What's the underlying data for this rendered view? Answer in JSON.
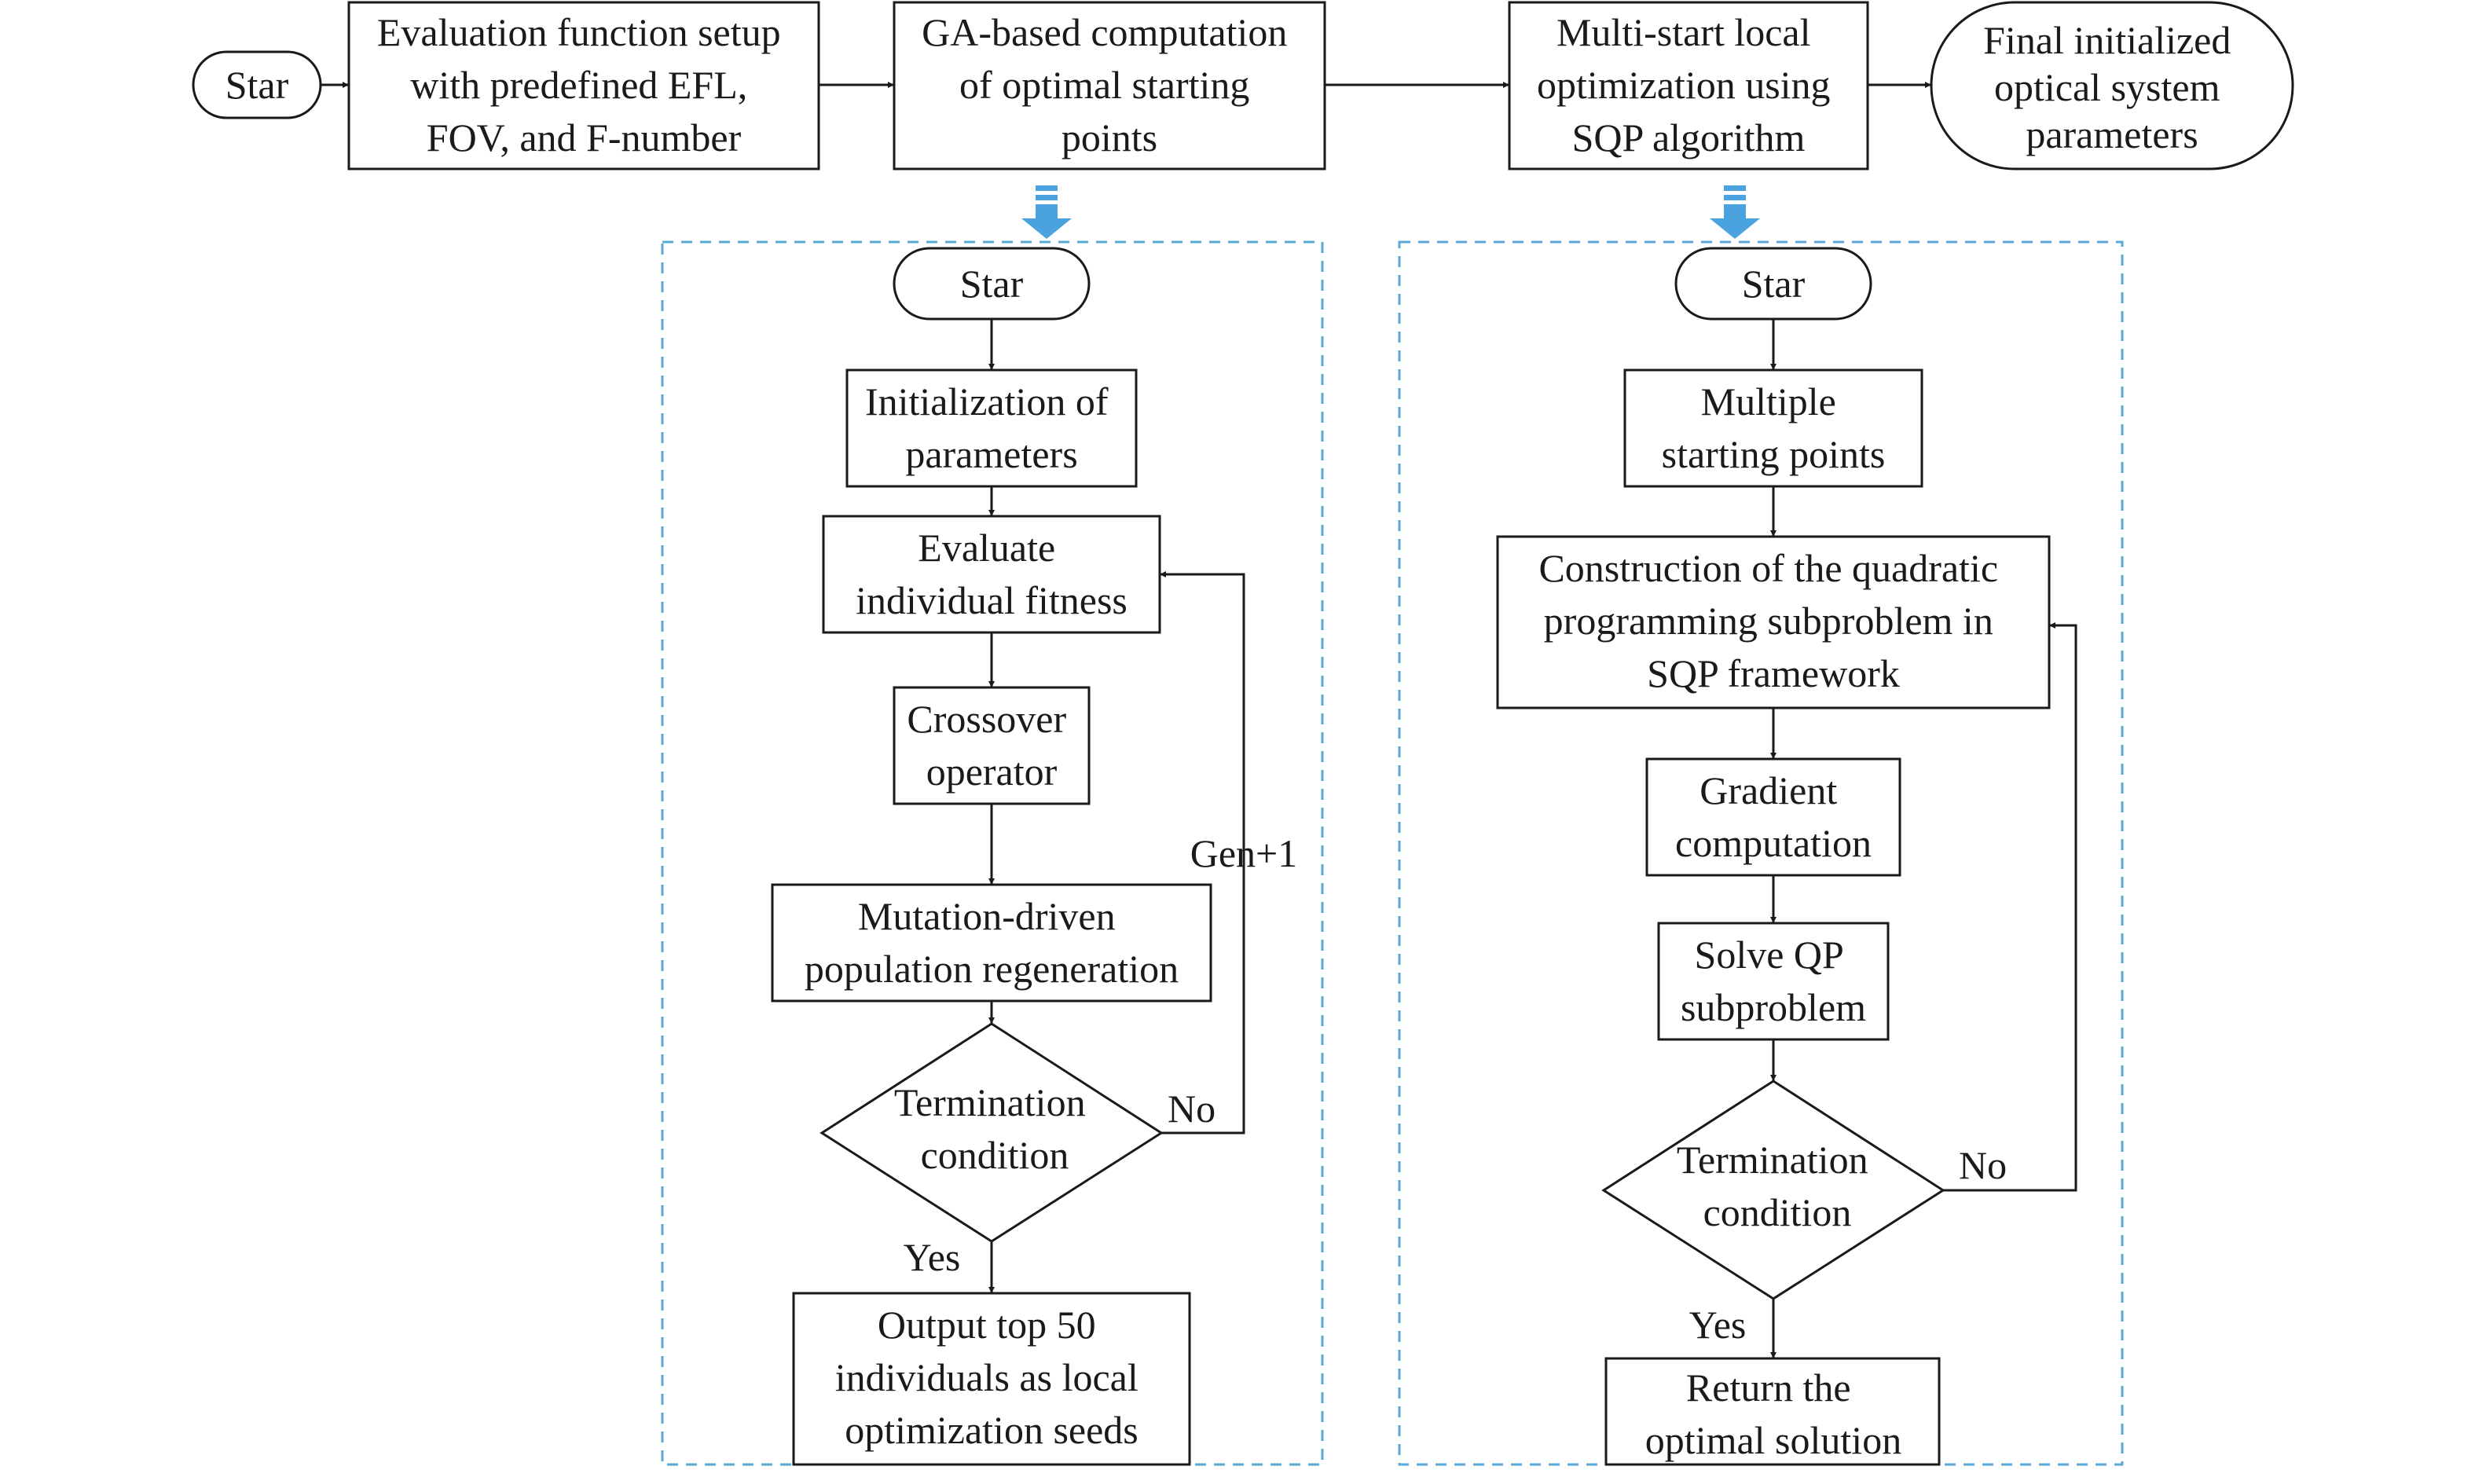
{
  "top": {
    "start": "Star",
    "step1": [
      "Evaluation function setup",
      "with predefined EFL,",
      "FOV, and F-number"
    ],
    "step2": [
      "GA-based computation",
      "of optimal starting",
      "points"
    ],
    "step3": [
      "Multi-start local",
      "optimization using",
      "SQP algorithm"
    ],
    "end": [
      "Final initialized",
      "optical system",
      "parameters"
    ]
  },
  "ga": {
    "start": "Star",
    "init": [
      "Initialization of",
      "parameters"
    ],
    "evaluate": [
      "Evaluate",
      "individual fitness"
    ],
    "crossover": [
      "Crossover",
      "operator"
    ],
    "mutation": [
      "Mutation-driven",
      "population regeneration"
    ],
    "decision": [
      "Termination",
      "condition"
    ],
    "loop_label": "Gen+1",
    "no": "No",
    "yes": "Yes",
    "output": [
      "Output top 50",
      "individuals as local",
      "optimization seeds"
    ]
  },
  "sqp": {
    "start": "Star",
    "multi": [
      "Multiple",
      "starting points"
    ],
    "construct": [
      "Construction of the quadratic",
      "programming subproblem in",
      "SQP framework"
    ],
    "gradient": [
      "Gradient",
      "computation"
    ],
    "solve": [
      "Solve QP",
      "subproblem"
    ],
    "decision": [
      "Termination",
      "condition"
    ],
    "no": "No",
    "yes": "Yes",
    "return": [
      "Return the",
      "optimal solution"
    ]
  }
}
